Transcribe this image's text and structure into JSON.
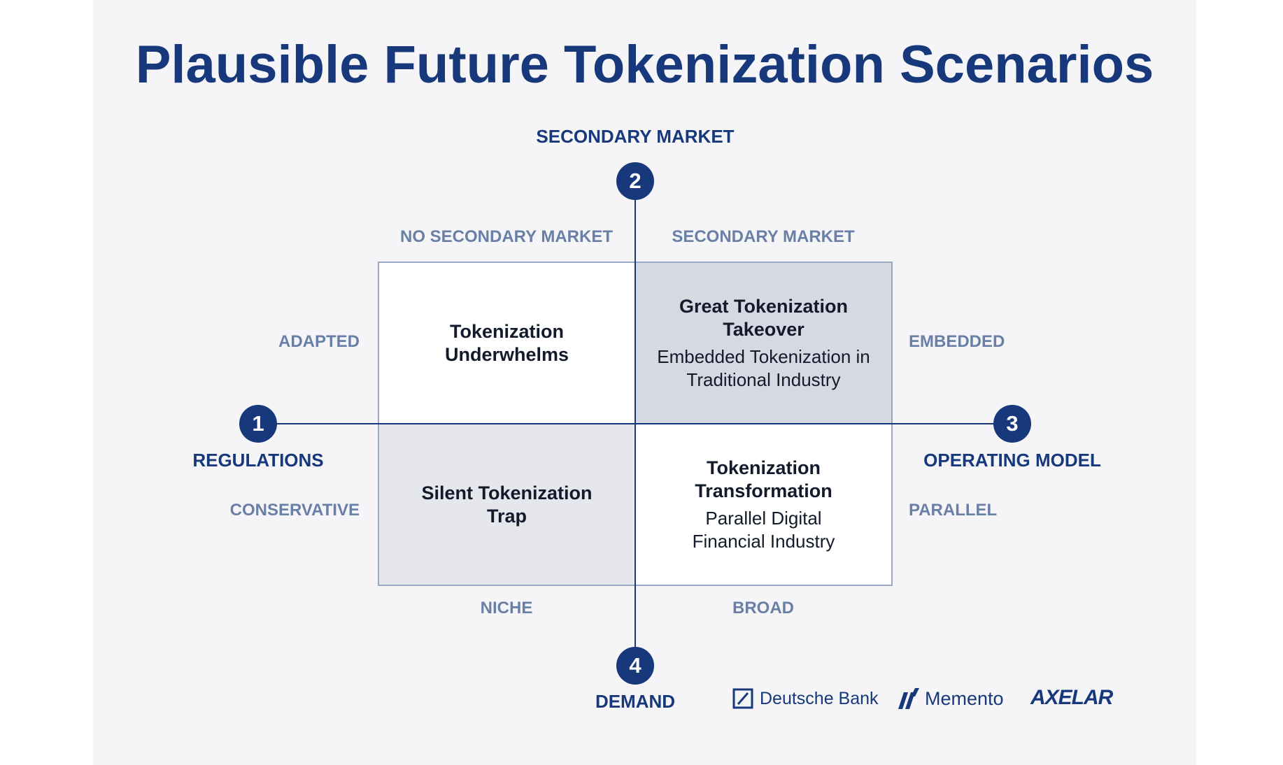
{
  "title": "Plausible Future Tokenization Scenarios",
  "axes": {
    "top": {
      "number": "2",
      "title": "SECONDARY MARKET"
    },
    "left": {
      "number": "1",
      "title": "REGULATIONS"
    },
    "right": {
      "number": "3",
      "title": "OPERATING MODEL"
    },
    "bottom": {
      "number": "4",
      "title": "DEMAND"
    }
  },
  "labels": {
    "top_left": "NO SECONDARY MARKET",
    "top_right": "SECONDARY MARKET",
    "left_top": "ADAPTED",
    "left_bottom": "CONSERVATIVE",
    "right_top": "EMBEDDED",
    "right_bottom": "PARALLEL",
    "bottom_left": "NICHE",
    "bottom_right": "BROAD"
  },
  "quadrants": {
    "top_left": {
      "title": "Tokenization Underwhelms",
      "subtitle": ""
    },
    "top_right": {
      "title": "Great Tokenization Takeover",
      "subtitle": "Embedded Tokenization in Traditional Industry"
    },
    "bottom_left": {
      "title": "Silent Tokenization Trap",
      "subtitle": ""
    },
    "bottom_right": {
      "title": "Tokenization Transformation",
      "subtitle": "Parallel Digital Financial Industry"
    }
  },
  "logos": {
    "deutsche_bank": "Deutsche Bank",
    "memento": "Memento",
    "axelar": "AXELAR"
  },
  "colors": {
    "primary": "#17387a",
    "label": "#6a7fa6",
    "shaded_cell": "#d6d9e2",
    "white_cell": "#ffffff",
    "panel_bg": "#f5f5f8"
  }
}
